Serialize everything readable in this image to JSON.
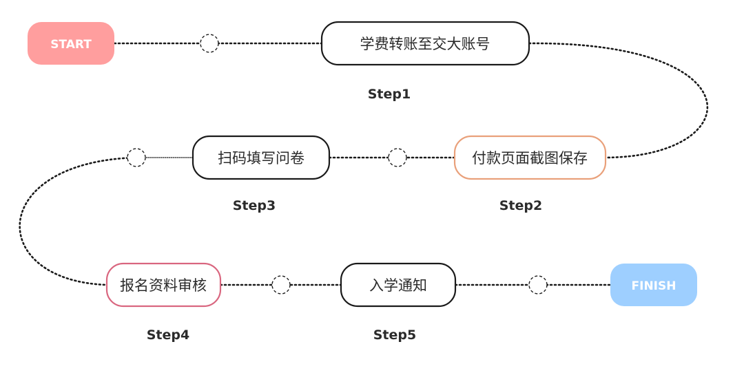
{
  "terminals": {
    "start": {
      "label": "START",
      "color": "#FF9E9E"
    },
    "finish": {
      "label": "FINISH",
      "color": "#9ECFFF"
    }
  },
  "steps": [
    {
      "label": "学费转账至交大账号",
      "step": "Step1",
      "border": "#1a1a1a"
    },
    {
      "label": "付款页面截图保存",
      "step": "Step2",
      "border": "#E9A07A"
    },
    {
      "label": "扫码填写问卷",
      "step": "Step3",
      "border": "#1a1a1a"
    },
    {
      "label": "报名资料审核",
      "step": "Step4",
      "border": "#D9667F"
    },
    {
      "label": "入学通知",
      "step": "Step5",
      "border": "#1a1a1a"
    }
  ],
  "connector_color": "#1a1a1a"
}
